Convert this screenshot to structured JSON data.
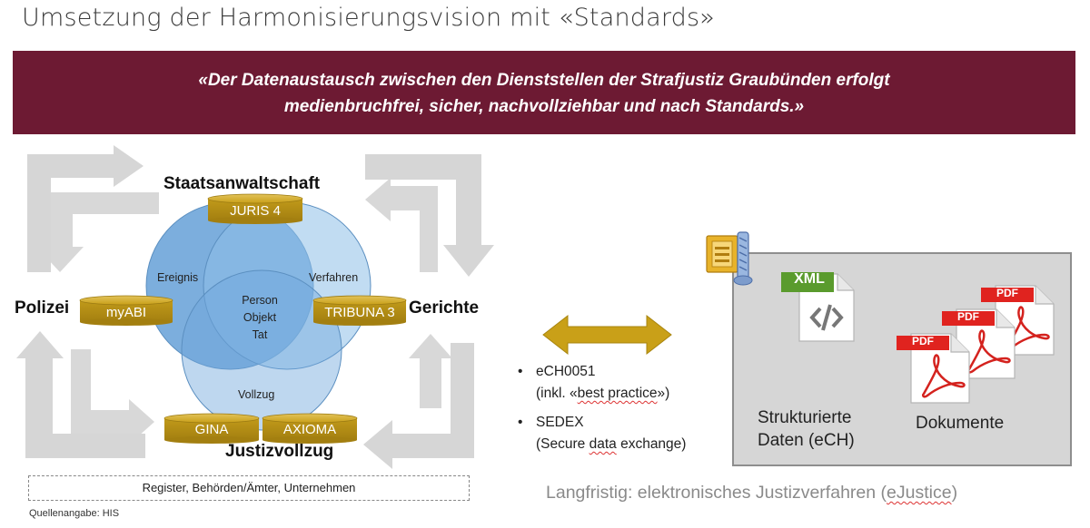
{
  "title": "Umsetzung der Harmonisierungsvision mit «Standards»",
  "banner": {
    "line1": "«Der Datenaustausch zwischen den Dienststellen der Strafjustiz Graubünden erfolgt",
    "line2": "medienbruchfrei, sicher, nachvollziehbar und nach Standards.»",
    "color": "#6d1a33"
  },
  "diagram": {
    "institutions": {
      "top": "Staatsanwaltschaft",
      "left": "Polizei",
      "right": "Gerichte",
      "bottom": "Justizvollzug"
    },
    "systems": {
      "juris": "JURIS 4",
      "myabi": "myABI",
      "tribuna": "TRIBUNA 3",
      "gina": "GINA",
      "axioma": "AXIOMA"
    },
    "regions": {
      "ereignis": "Ereignis",
      "verfahren": "Verfahren",
      "vollzug": "Vollzug",
      "center": [
        "Person",
        "Objekt",
        "Tat"
      ]
    },
    "colors": {
      "system": "#c9a018",
      "circle": "#4a8fd0",
      "arrow": "#d3d3d3",
      "double_arrow": "#c9a018"
    }
  },
  "registry": "Register, Behörden/Ämter, Unternehmen",
  "source": "Quellenangabe: HIS",
  "standards": {
    "item1": "eCH0051",
    "item1_note_pre": "(inkl. «",
    "item1_note_mid": "best practice",
    "item1_note_post": "»)",
    "item2": "SEDEX",
    "item2_note_pre": "(Secure ",
    "item2_note_mid": "data",
    "item2_note_post": " exchange)"
  },
  "archive": {
    "xml_label": "XML",
    "pdf_label": "PDF",
    "structured_line1": "Strukturierte",
    "structured_line2": "Daten (eCH)",
    "documents": "Dokumente"
  },
  "longterm": {
    "pre": "Langfristig: elektronisches Justizverfahren (",
    "mid": "eJustice",
    "post": ")"
  }
}
